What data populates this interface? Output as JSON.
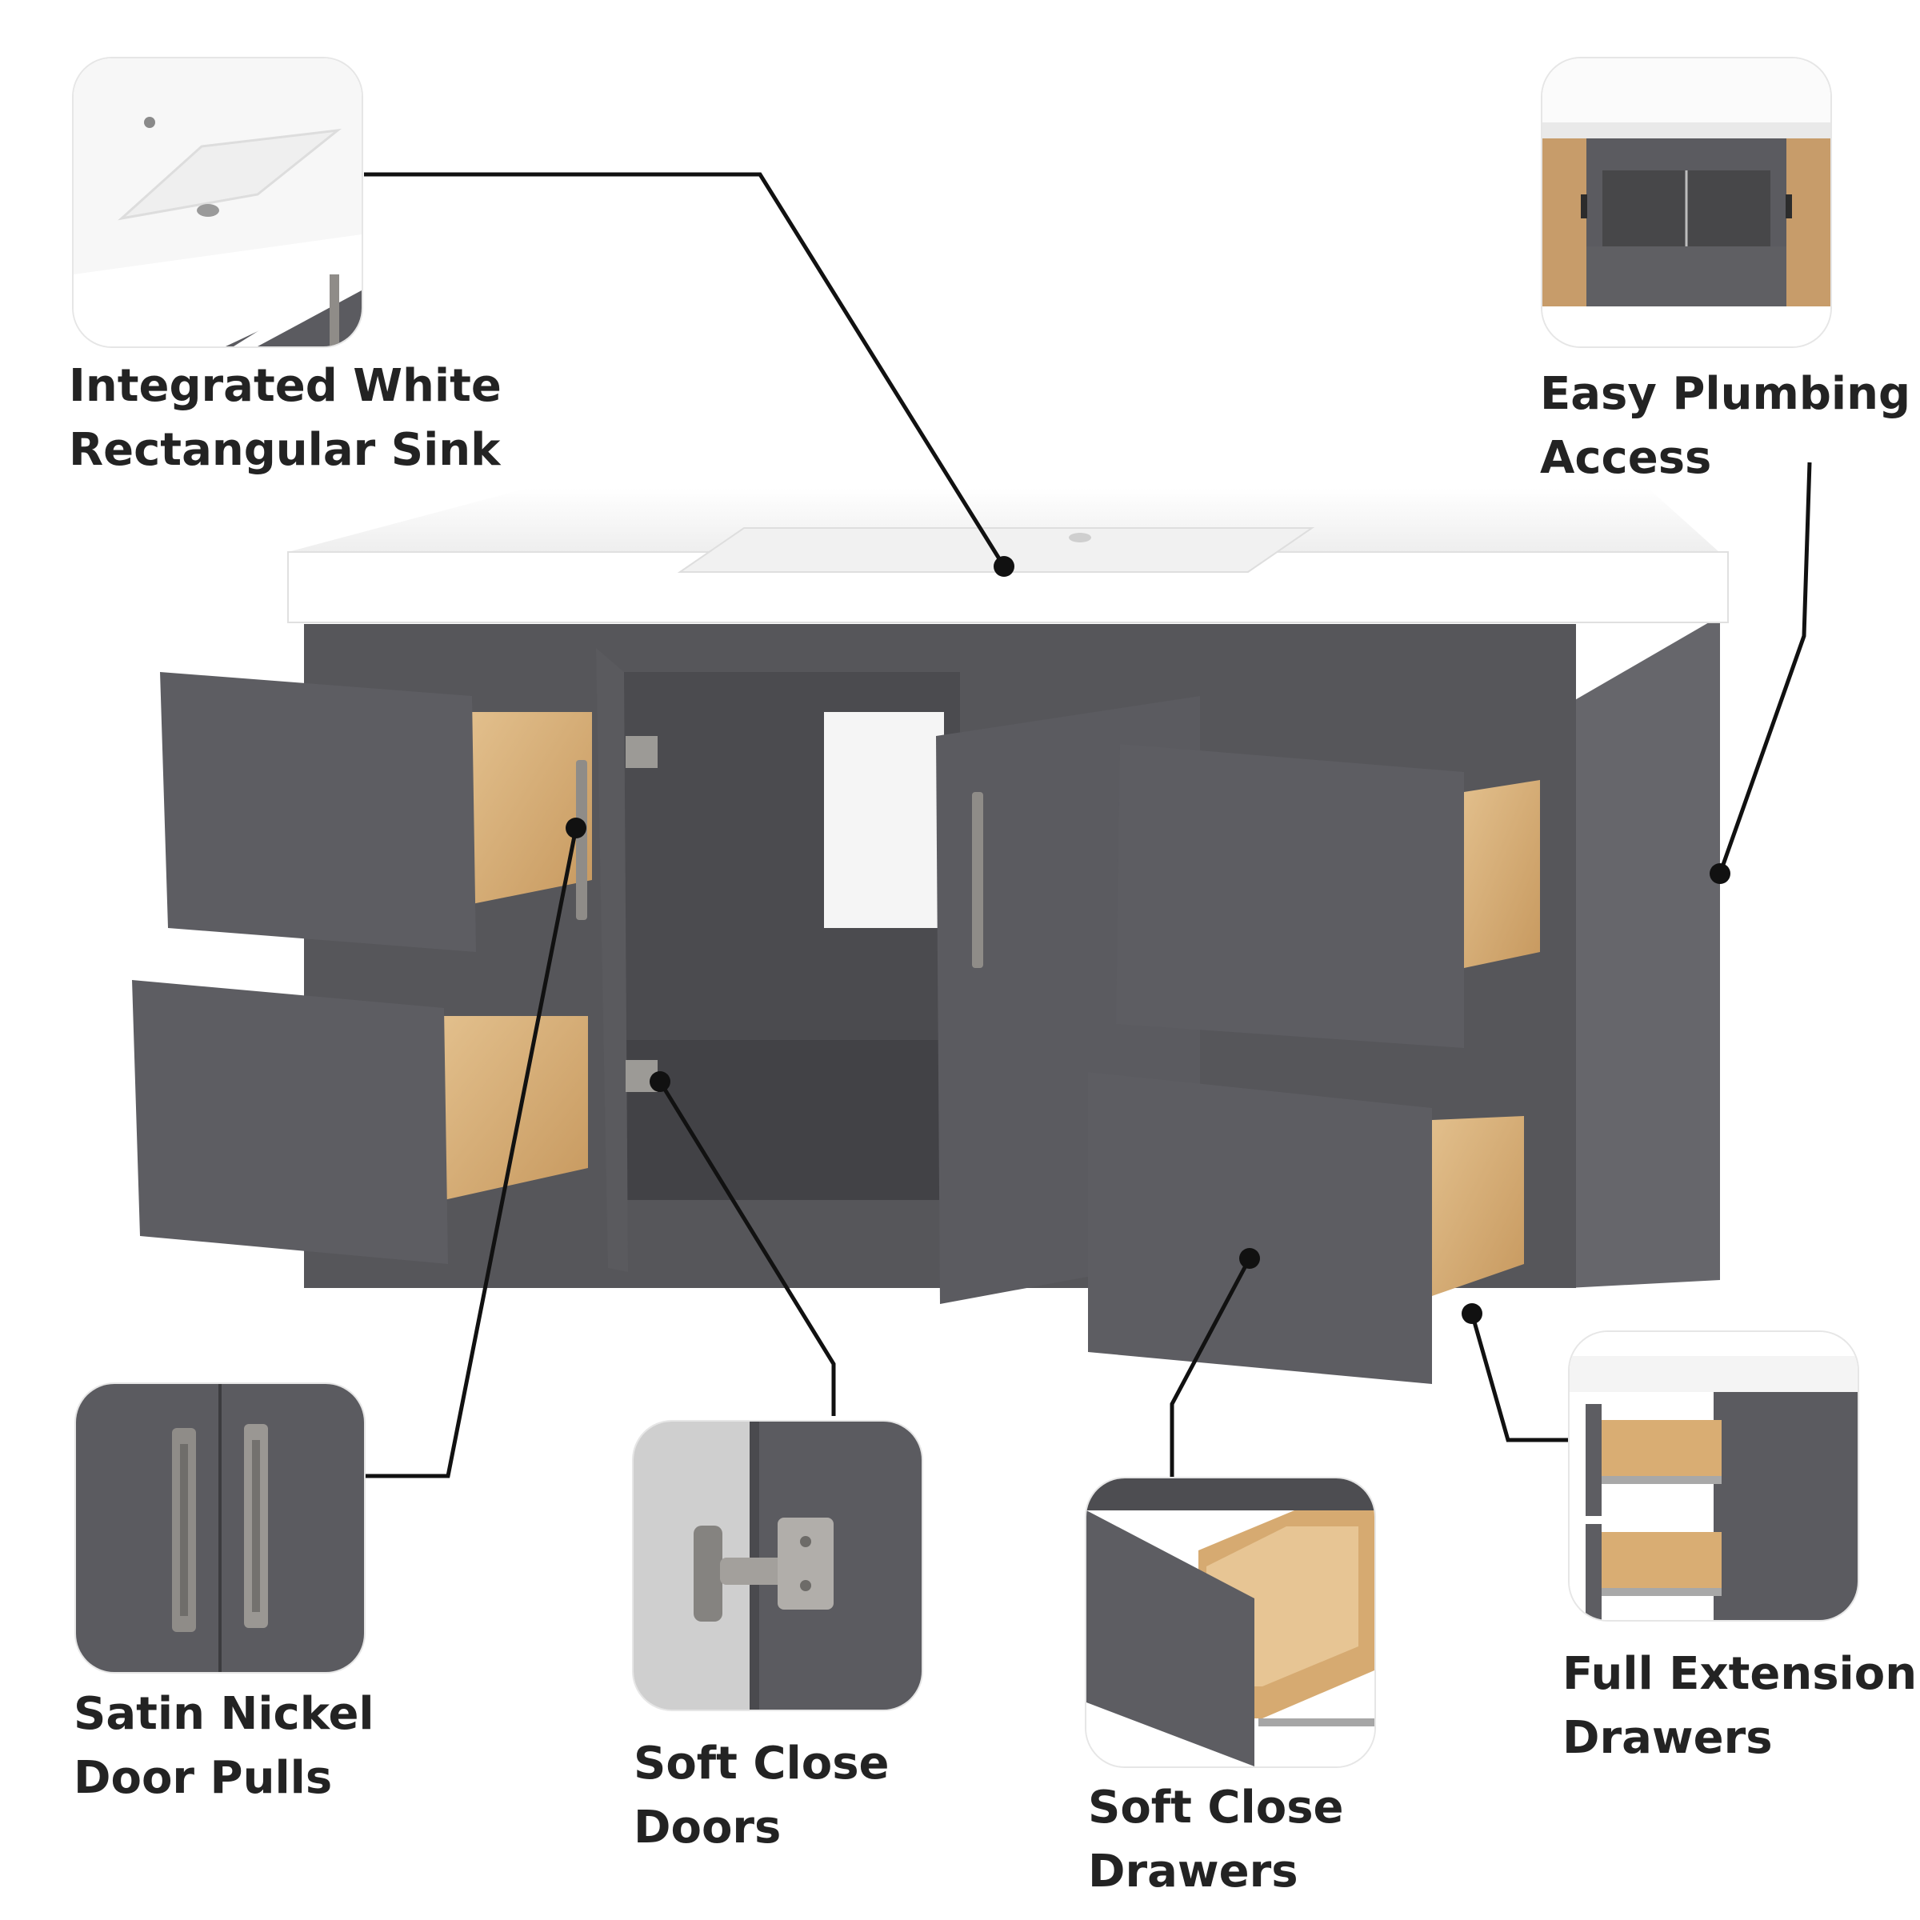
{
  "features": [
    {
      "id": "sink",
      "lines": [
        "Integrated White",
        "Rectangular Sink"
      ]
    },
    {
      "id": "plumbing",
      "lines": [
        "Easy Plumbing",
        "Access"
      ]
    },
    {
      "id": "pulls",
      "lines": [
        "Satin Nickel",
        "Door Pulls"
      ]
    },
    {
      "id": "doors",
      "lines": [
        "Soft Close",
        "Doors"
      ]
    },
    {
      "id": "drawers",
      "lines": [
        "Soft Close",
        "Drawers"
      ]
    },
    {
      "id": "extension",
      "lines": [
        "Full Extension",
        "Drawers"
      ]
    }
  ],
  "colors": {
    "cabinet": "#5b5b5f",
    "cabinet_dark": "#3f3f43",
    "countertop": "#ffffff",
    "wood": "#d8b07a",
    "nickel": "#8f8c88",
    "callout": "#111111",
    "text": "#232323"
  }
}
